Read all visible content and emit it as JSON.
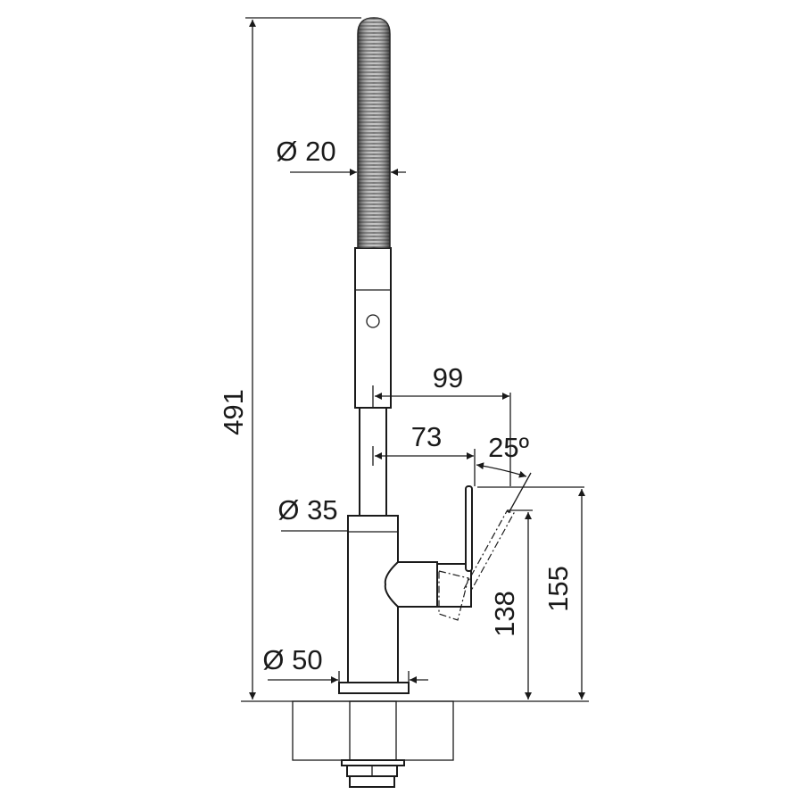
{
  "drawing": {
    "title": "Kitchen faucet dimension drawing",
    "dimensions": {
      "height_total": "491",
      "hose_diameter": "Ø 20",
      "spout_reach": "99",
      "handle_reach": "73",
      "handle_angle": "25º",
      "body_diameter": "Ø 35",
      "base_diameter": "Ø 50",
      "handle_height_tilted": "138",
      "handle_height": "155"
    }
  }
}
